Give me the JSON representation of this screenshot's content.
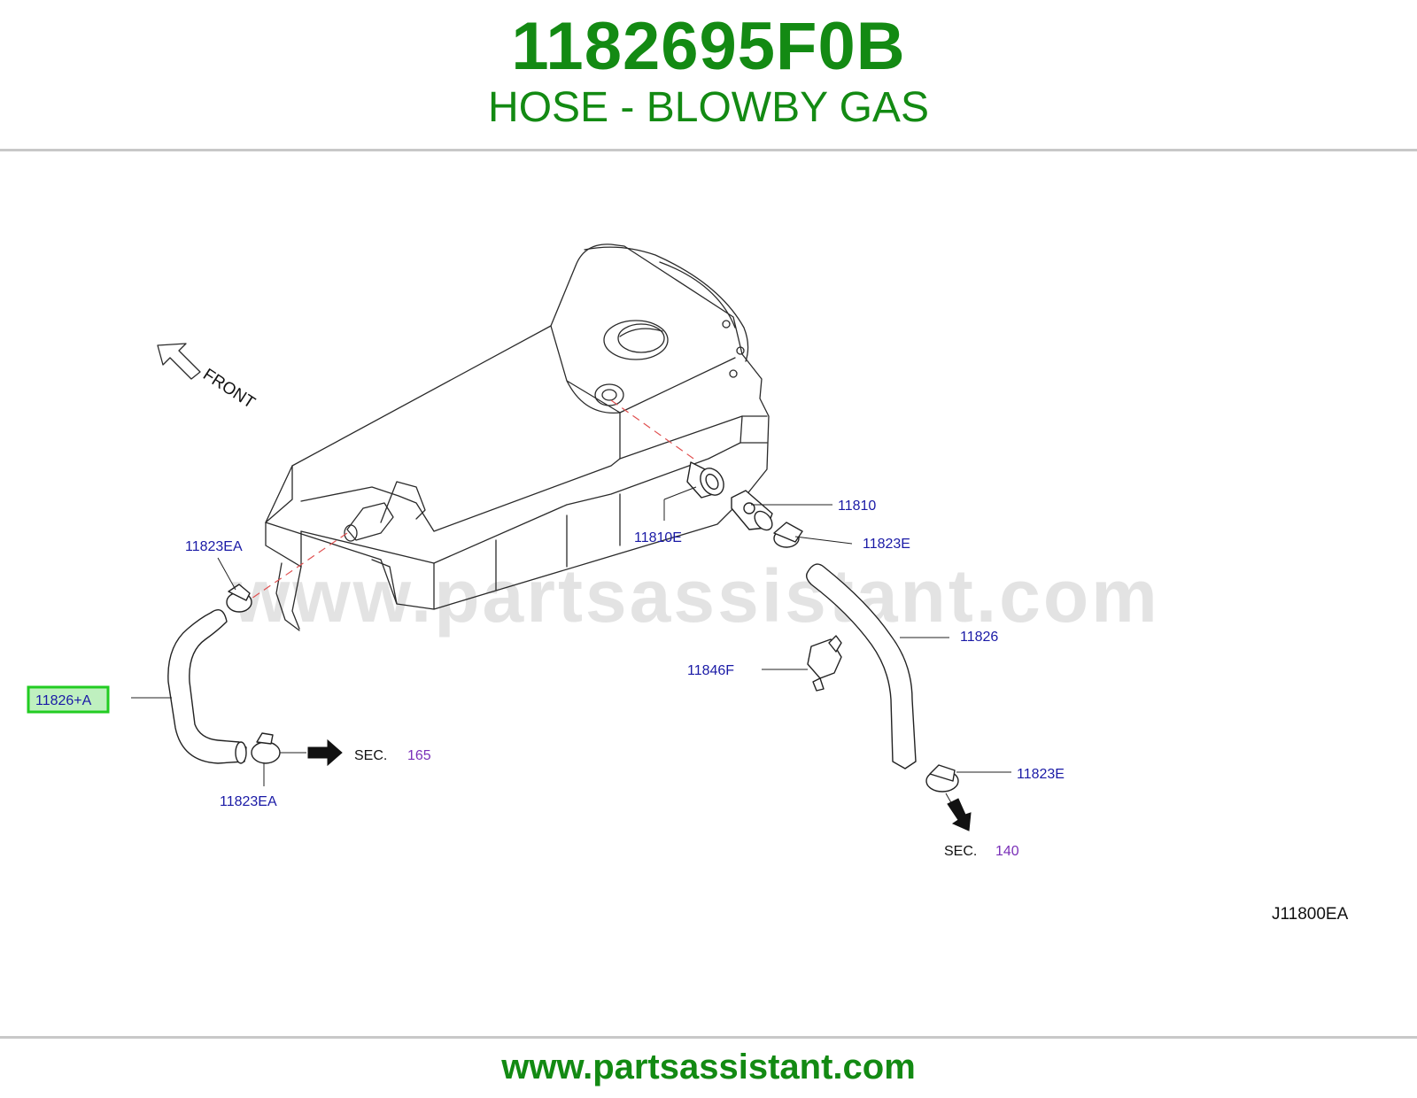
{
  "header": {
    "part_number": "1182695F0B",
    "part_name": "HOSE - BLOWBY GAS"
  },
  "diagram": {
    "watermark": "www.partsassistant.com",
    "direction_label": "FRONT",
    "callouts": {
      "c11810": "11810",
      "c11810E": "11810E",
      "c11823E_top": "11823E",
      "c11823EA_top": "11823EA",
      "c11826": "11826",
      "c11846F": "11846F",
      "c11826A": "11826+A",
      "c11823EA_bottom": "11823EA",
      "c11823E_bottom": "11823E"
    },
    "sections": {
      "sec_left_label": "SEC.",
      "sec_left_num": "165",
      "sec_right_label": "SEC.",
      "sec_right_num": "140"
    },
    "figure_ref": "J11800EA",
    "highlight_color": "#22cc22",
    "highlight_fill": "#bff0bf"
  },
  "footer": {
    "url": "www.partsassistant.com"
  }
}
